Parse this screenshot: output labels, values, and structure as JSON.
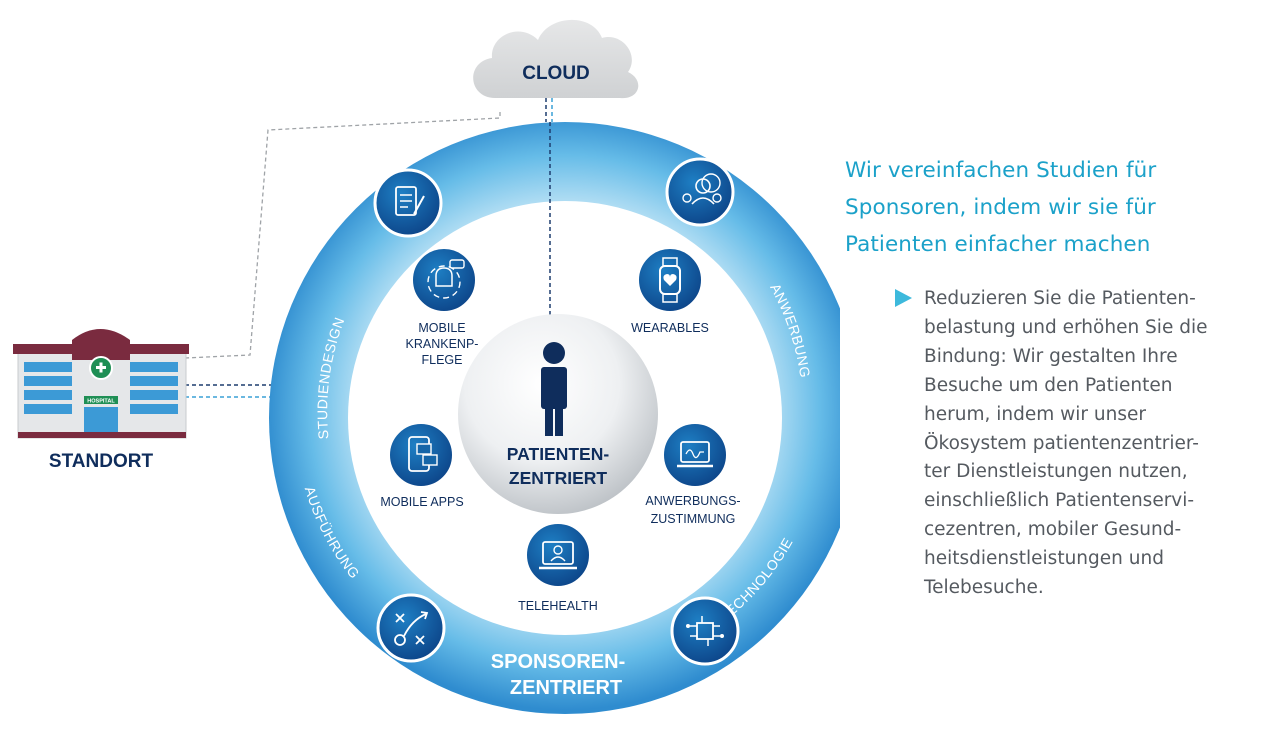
{
  "cloud": {
    "label": "CLOUD"
  },
  "site": {
    "label": "STANDORT",
    "sign": "HOSPITAL"
  },
  "ring": {
    "left_top": "STUDIENDESIGN",
    "right_top": "ANWERBUNG",
    "left_bottom": "AUSFÜHRUNG",
    "right_bottom": "TECHNOLOGIE",
    "bottom_line1": "SPONSOREN-",
    "bottom_line2": "ZENTRIERT"
  },
  "center": {
    "line1": "PATIENTEN-",
    "line2": "ZENTRIERT"
  },
  "services": {
    "mobile_care": [
      "MOBILE",
      "KRANKENP-",
      "FLEGE"
    ],
    "wearables": "WEARABLES",
    "mobile_apps": "MOBILE APPS",
    "consent": [
      "ANWERBUNGS-",
      "ZUSTIMMUNG"
    ],
    "telehealth": "TELEHEALTH"
  },
  "headline": "Wir vereinfachen Studien für Sponsoren, indem wir sie für Patienten einfacher machen",
  "bullet": "Reduzieren Sie die Patienten-\nbelastung und erhöhen Sie die\nBindung: Wir gestalten Ihre\nBesuche um den Patienten\nherum, indem wir unser\nÖkosystem patientenzentrier-\nter Dienstleistungen nutzen,\neinschließlich Patientenservi-\ncezentren, mobiler Gesund-\nheitsdienstleistungen und\nTelebesuche.",
  "colors": {
    "accent": "#1ba1c9",
    "navy": "#0f2d5c",
    "ring": "#3a9fd6"
  }
}
